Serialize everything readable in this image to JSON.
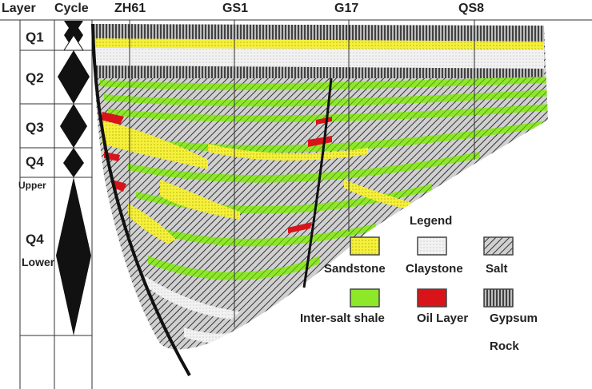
{
  "header": {
    "layer": "Layer",
    "cycle": "Cycle",
    "wells": [
      "ZH61",
      "GS1",
      "G17",
      "QS8"
    ]
  },
  "layers": {
    "q1": "Q1",
    "q2": "Q2",
    "q3": "Q3",
    "q4": "Q4",
    "upper": "Upper",
    "q4b": "Q4",
    "lower": "Lower"
  },
  "legend": {
    "title": "Legend",
    "items": [
      {
        "label": "Sandstone",
        "color": "#f5f03a",
        "pattern": "dots"
      },
      {
        "label": "Claystone",
        "color": "#f0f0f0",
        "pattern": "fine-dots"
      },
      {
        "label": "Salt",
        "color": "#b8b8b8",
        "pattern": "diagonal-hatch"
      },
      {
        "label": "Inter-salt shale",
        "color": "#8ee82a",
        "pattern": "solid"
      },
      {
        "label": "Oil Layer",
        "color": "#d8141a",
        "pattern": "solid"
      },
      {
        "label": "Gypsum",
        "color": "#7a7a7a",
        "pattern": "vertical-lines"
      }
    ],
    "rock": "Rock"
  }
}
